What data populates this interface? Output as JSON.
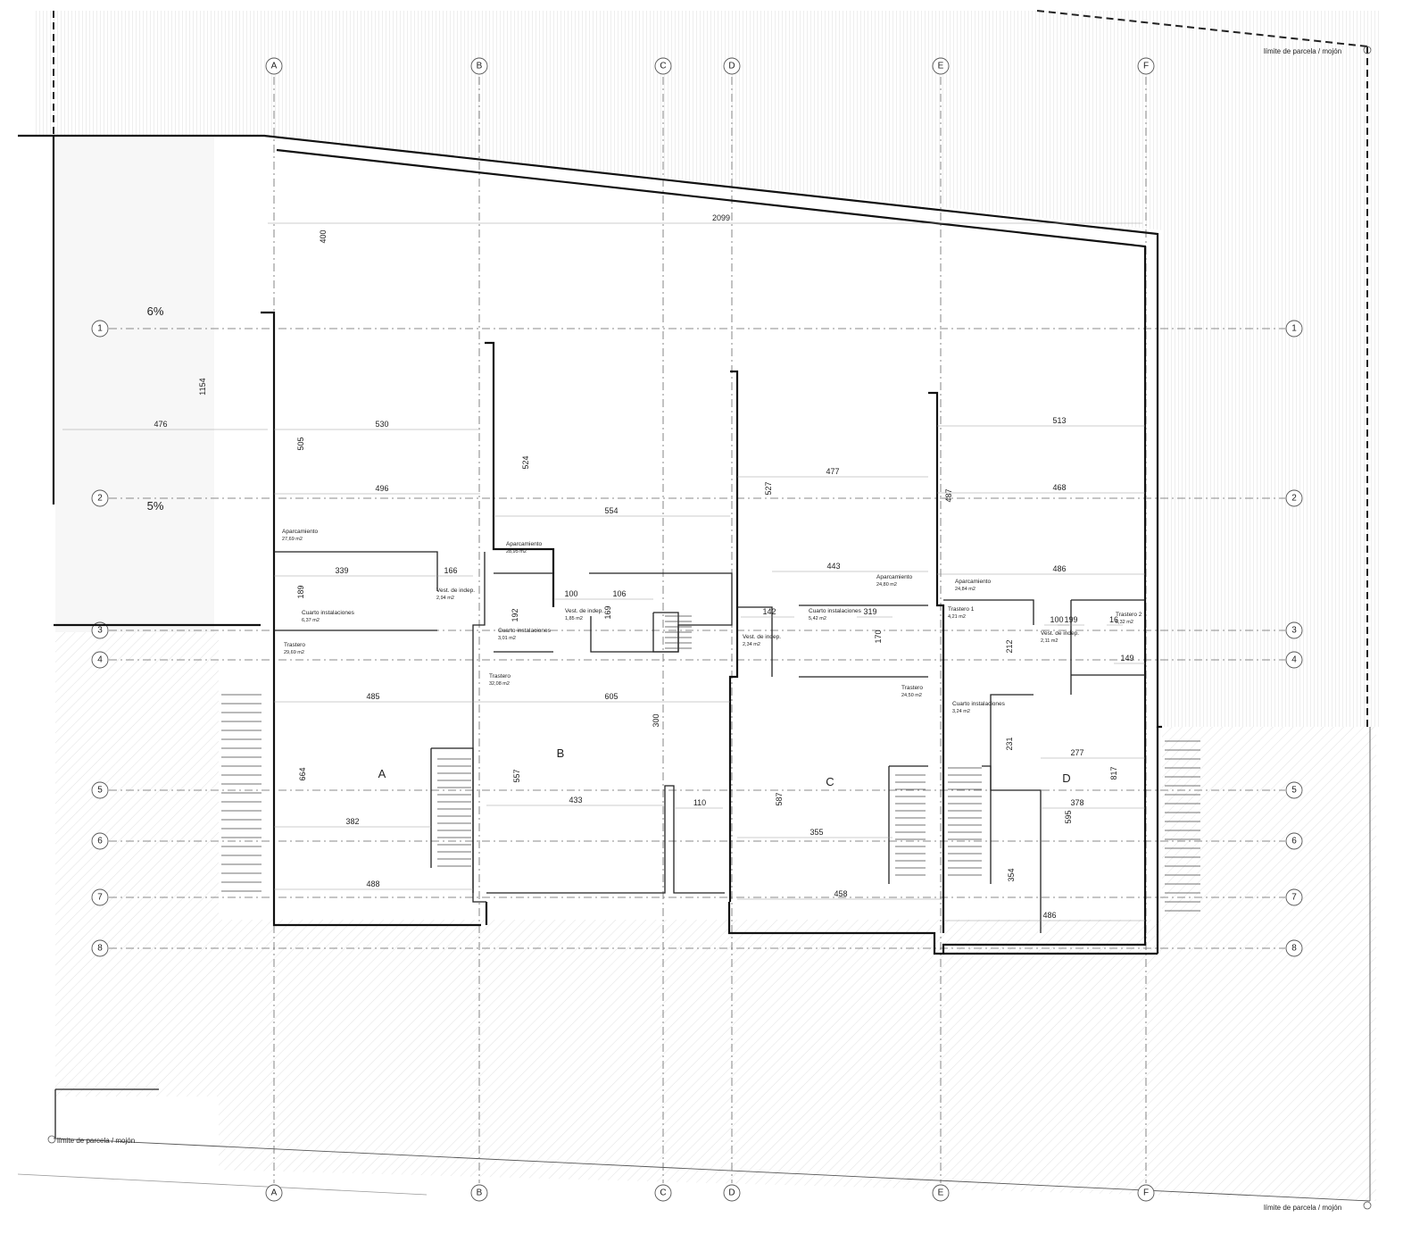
{
  "grid": {
    "columns": [
      "A",
      "B",
      "C",
      "D",
      "E",
      "F"
    ],
    "rows": [
      "1",
      "2",
      "3",
      "4",
      "5",
      "6",
      "7",
      "8"
    ]
  },
  "plot_labels": {
    "top_right": "límite de parcela / mojón",
    "bottom_left": "límite de parcela / mojón",
    "bottom_right": "límite de parcela / mojón"
  },
  "ramp": {
    "slope_upper": "6%",
    "slope_lower": "5%"
  },
  "units": [
    "A",
    "B",
    "C",
    "D"
  ],
  "rooms": [
    {
      "name": "Aparcamiento",
      "area": "27,69 m2"
    },
    {
      "name": "Cuarto instalaciones",
      "area": "6,37 m2"
    },
    {
      "name": "Vest. de indep.",
      "area": "2,94 m2"
    },
    {
      "name": "Trastero",
      "area": "29,69 m2"
    },
    {
      "name": "Aparcamiento",
      "area": "28,95 m2"
    },
    {
      "name": "Vest. de indep.",
      "area": "1,85 m2"
    },
    {
      "name": "Cuarto instalaciones",
      "area": "3,01 m2"
    },
    {
      "name": "Trastero",
      "area": "32,08 m2"
    },
    {
      "name": "Aparcamiento",
      "area": "24,80 m2"
    },
    {
      "name": "Cuarto instalaciones",
      "area": "5,42 m2"
    },
    {
      "name": "Vest. de indep.",
      "area": "2,34 m2"
    },
    {
      "name": "Trastero",
      "area": "24,50 m2"
    },
    {
      "name": "Aparcamiento",
      "area": "24,84 m2"
    },
    {
      "name": "Trastero 1",
      "area": "4,21 m2"
    },
    {
      "name": "Vest. de indep.",
      "area": "2,11 m2"
    },
    {
      "name": "Trastero 2",
      "area": "5,32 m2"
    },
    {
      "name": "Cuarto instalaciones",
      "area": "3,24 m2"
    }
  ],
  "dimensions": [
    "2099",
    "400",
    "1154",
    "476",
    "530",
    "505",
    "496",
    "524",
    "554",
    "477",
    "527",
    "513",
    "487",
    "468",
    "443",
    "486",
    "339",
    "166",
    "189",
    "100",
    "106",
    "192",
    "169",
    "142",
    "319",
    "170",
    "199",
    "100",
    "212",
    "149",
    "16",
    "485",
    "605",
    "300",
    "664",
    "557",
    "382",
    "433",
    "110",
    "587",
    "355",
    "231",
    "277",
    "817",
    "378",
    "595",
    "354",
    "488",
    "458",
    "486"
  ]
}
